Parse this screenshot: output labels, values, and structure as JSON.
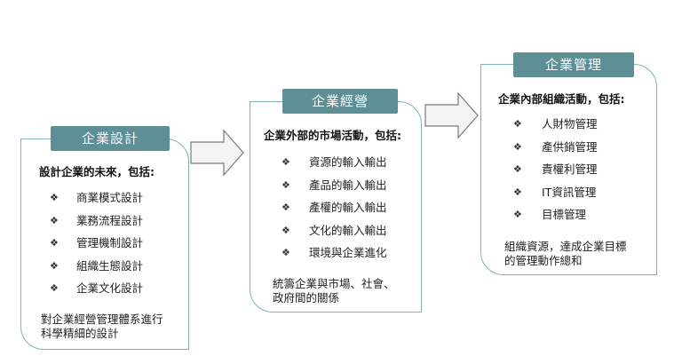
{
  "stages": [
    {
      "title": "企業設計",
      "heading": "設計企業的未來，包括:",
      "items": [
        "商業模式設計",
        "業務流程設計",
        "管理機制設計",
        "組織生態設計",
        "企業文化設計"
      ],
      "summary": [
        "對企業經營管理體系進行",
        "科學精細的設計"
      ]
    },
    {
      "title": "企業經營",
      "heading": "企業外部的市場活動，包括:",
      "items": [
        "資源的輸入輸出",
        "產品的輸入輸出",
        "產權的輸入輸出",
        "文化的輸入輸出",
        "環境與企業進化"
      ],
      "summary": [
        "統籌企業與市場、社會、",
        "政府間的關係"
      ]
    },
    {
      "title": "企業管理",
      "heading": "企業內部組織活動，包括:",
      "items": [
        "人財物管理",
        "產供銷管理",
        "責權利管理",
        "IT資訊管理",
        "目標管理"
      ],
      "summary": [
        "組織資源，達成企業目標",
        "的管理動作總和"
      ]
    }
  ],
  "bullet_glyph": "❖",
  "colors": {
    "label_bg": "#5e8f97",
    "border": "#7fb2b8",
    "arrow_stroke": "#7a7a7a"
  }
}
